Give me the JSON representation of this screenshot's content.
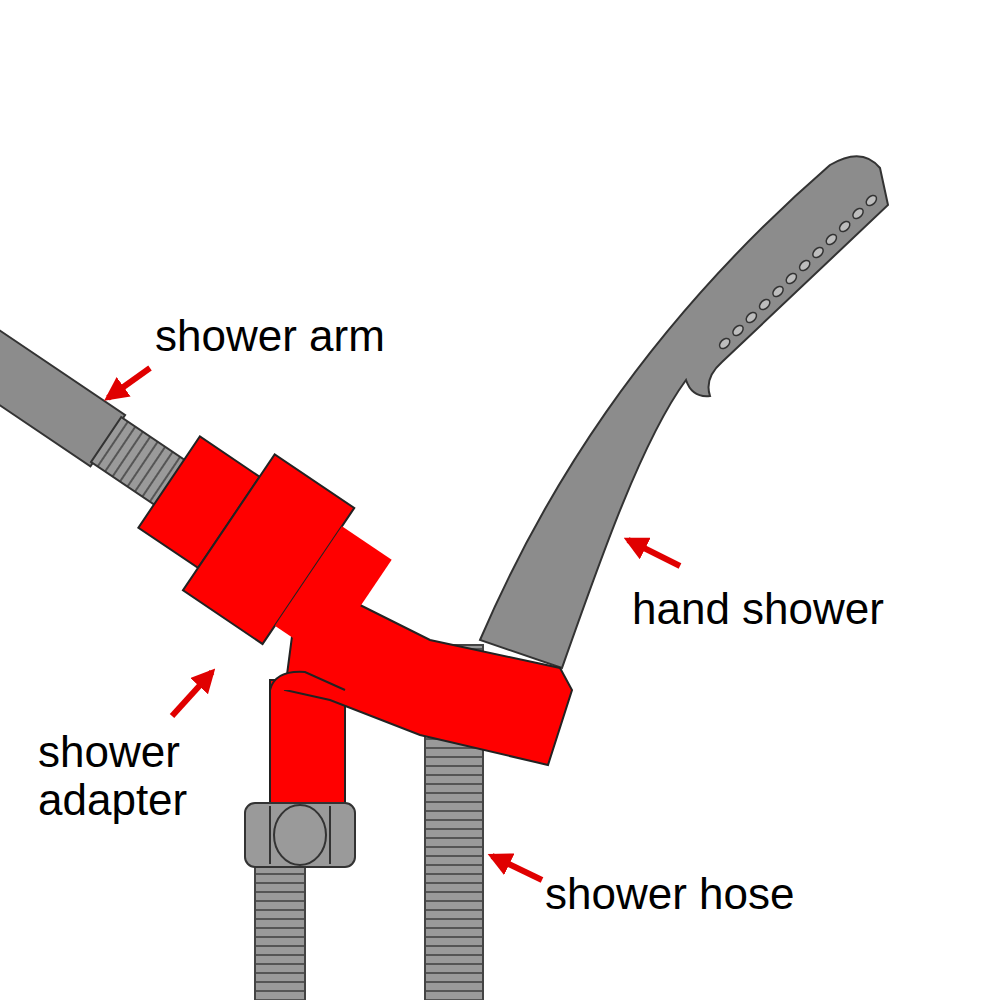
{
  "diagram": {
    "labels": [
      "shower arm",
      "hand shower",
      "shower adapter",
      "shower hose"
    ]
  }
}
